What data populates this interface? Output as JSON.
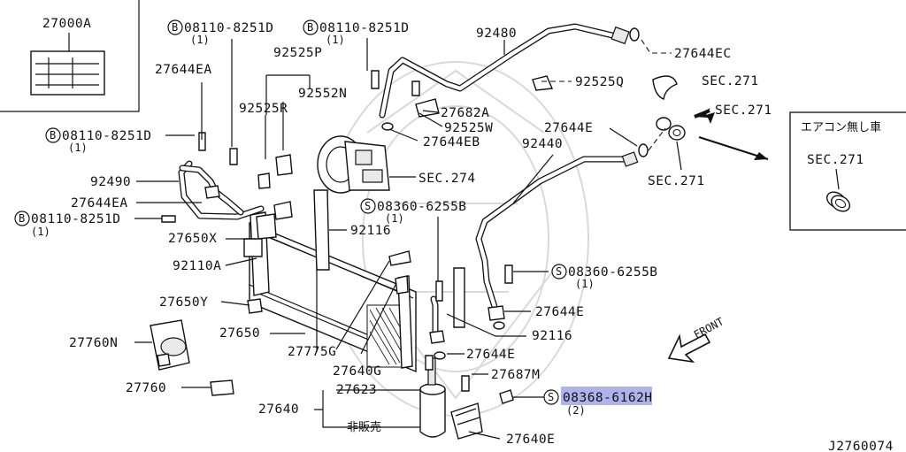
{
  "inset_part": {
    "label": "27000A"
  },
  "no_ac_box": {
    "title": "エアコン無し車",
    "label": "SEC.271"
  },
  "labels": {
    "bolt_d_1": "08110-8251D",
    "bolt_d_1_qty": "(1)",
    "bolt_d_2": "08110-8251D",
    "bolt_d_2_qty": "(1)",
    "bolt_d_3": "08110-8251D",
    "bolt_d_3_qty": "(1)",
    "bolt_d_4": "08110-8251D",
    "bolt_d_4_qty": "(1)",
    "l27644EA_top": "27644EA",
    "l92525P": "92525P",
    "l92552N": "92552N",
    "l92525R": "92525R",
    "l92490": "92490",
    "l27644EA_bot": "27644EA",
    "l27650X": "27650X",
    "l92110A": "92110A",
    "l27650Y": "27650Y",
    "l27650": "27650",
    "l27760N": "27760N",
    "l27760": "27760",
    "l92480": "92480",
    "l27644EC": "27644EC",
    "l92525Q": "92525Q",
    "sec271_a": "SEC.271",
    "sec271_b": "SEC.271",
    "sec271_c": "SEC.271",
    "l27682A": "27682A",
    "l92525W": "92525W",
    "l27644EB": "27644EB",
    "l27644E_top": "27644E",
    "l92440": "92440",
    "sec274": "SEC.274",
    "screw_b_1": "08360-6255B",
    "screw_b_1_qty": "(1)",
    "l92116_top": "92116",
    "screw_b_2": "08360-6255B",
    "screw_b_2_qty": "(1)",
    "l27644E_mid": "27644E",
    "l92116_bot": "92116",
    "l27644E_low": "27644E",
    "l27775G": "27775G",
    "l27640G": "27640G",
    "l27687M": "27687M",
    "l27623": "27623",
    "screw_h": "08368-6162H",
    "screw_h_qty": "(2)",
    "l27640": "27640",
    "not_sold": "非販売",
    "l27640E": "27640E",
    "front": "FRONT",
    "drawing_id": "J2760074"
  },
  "symbols": {
    "bolt": "B",
    "screw": "S"
  },
  "highlight_color": "#6d74d8"
}
